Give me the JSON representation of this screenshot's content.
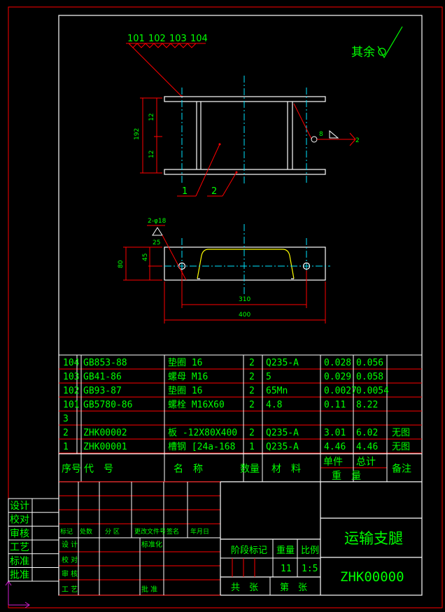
{
  "drawing": {
    "balloon_top": [
      "101",
      "102",
      "103",
      "104"
    ],
    "balloon_bottom": [
      "1",
      "2"
    ],
    "callout_8": "8",
    "callout_2": "2",
    "surface_note": "其余",
    "dims": {
      "d192": "192",
      "d12a": "12",
      "d12b": "12",
      "hole_note": "2-φ18",
      "hole_sub": "25",
      "d80": "80",
      "d45": "45",
      "d310": "310",
      "d400": "400"
    }
  },
  "bom": {
    "rows": [
      {
        "no": "104",
        "code": "GB853-88",
        "name": "垫圈 16",
        "qty": "2",
        "material": "Q235-A",
        "unit": "0.028",
        "total": "0.056",
        "note": ""
      },
      {
        "no": "103",
        "code": "GB41-86",
        "name": "螺母 M16",
        "qty": "2",
        "material": "5",
        "unit": "0.029",
        "total": "0.058",
        "note": ""
      },
      {
        "no": "102",
        "code": "GB93-87",
        "name": "垫圈 16",
        "qty": "2",
        "material": "65Mn",
        "unit": "0.0027",
        "total": "0.0054",
        "note": ""
      },
      {
        "no": "101",
        "code": "GB5780-86",
        "name": "螺栓 M16X60",
        "qty": "2",
        "material": "4.8",
        "unit": "0.11",
        "total": "8.22",
        "note": ""
      },
      {
        "no": "3",
        "code": "",
        "name": "",
        "qty": "",
        "material": "",
        "unit": "",
        "total": "",
        "note": ""
      },
      {
        "no": "2",
        "code": "ZHK00002",
        "name": "板 -12X80X400",
        "qty": "2",
        "material": "Q235-A",
        "unit": "3.01",
        "total": "6.02",
        "note": "无图"
      },
      {
        "no": "1",
        "code": "ZHK00001",
        "name": "槽钢 [24a-168",
        "qty": "1",
        "material": "Q235-A",
        "unit": "4.46",
        "total": "4.46",
        "note": "无图"
      }
    ],
    "headers": {
      "no": "序号",
      "code": "代　号",
      "name": "名　称",
      "qty": "数量",
      "material": "材　料",
      "unit": "单件",
      "total": "总计",
      "weight": "重　量",
      "note": "备注"
    }
  },
  "title_block": {
    "left_labels": [
      "设计",
      "校对",
      "审核",
      "工艺",
      "标准",
      "批准"
    ],
    "rev_labels": [
      "标记",
      "处数",
      "分 区",
      "更改文件号",
      "签名",
      "年月日"
    ],
    "sign_labels": [
      "设 计",
      "校 对",
      "审 核",
      "工 艺",
      "标准化",
      "批 准"
    ],
    "stage_label": "阶段标记",
    "weight_label": "重量",
    "scale_label": "比例",
    "weight_value": "11",
    "scale_value": "1:5",
    "sheets_total": "共　张",
    "sheet_no": "第　张",
    "drawing_title": "运输支腿",
    "drawing_number": "ZHK00000"
  }
}
